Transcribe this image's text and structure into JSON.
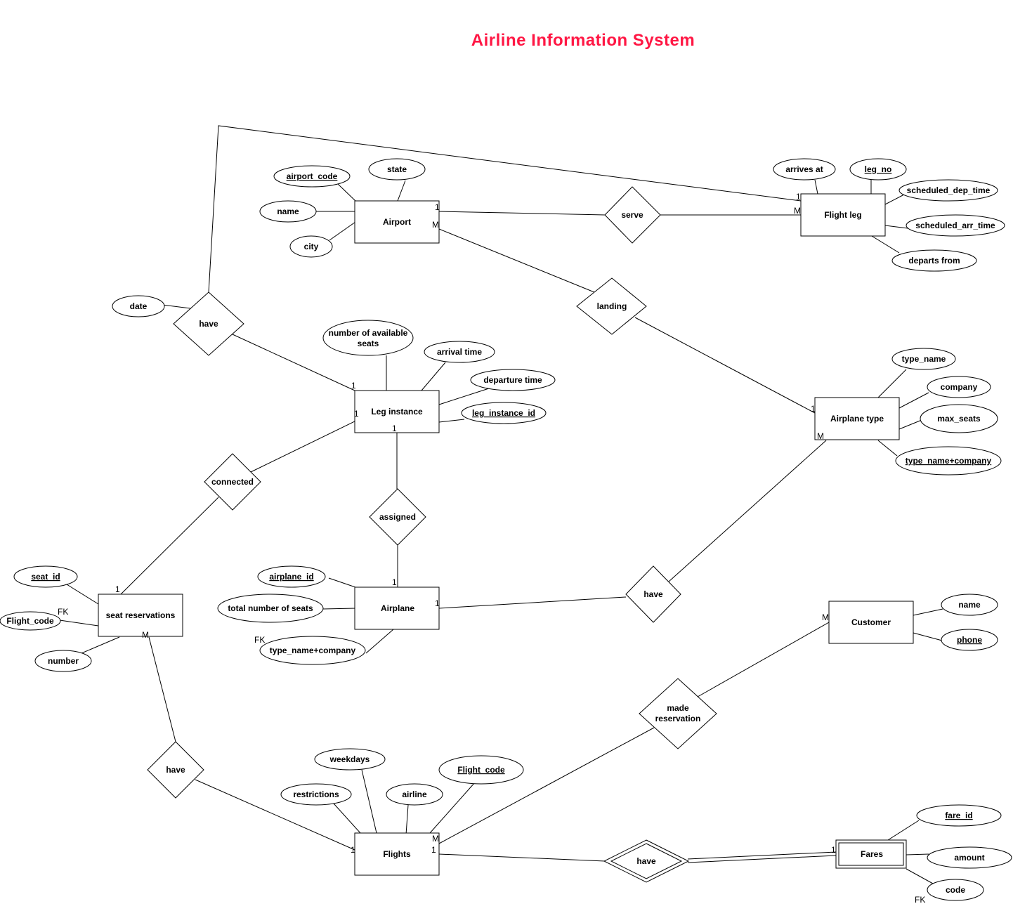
{
  "title": "Airline Information System",
  "entities": {
    "airport": "Airport",
    "flight_leg": "Flight leg",
    "leg_instance": "Leg instance",
    "airplane_type": "Airplane type",
    "airplane": "Airplane",
    "seat_reservations": "seat reservations",
    "customer": "Customer",
    "flights": "Flights",
    "fares": "Fares"
  },
  "relationships": {
    "serve": "serve",
    "landing": "landing",
    "have_leg": "have",
    "connected": "connected",
    "assigned": "assigned",
    "have_airplane": "have",
    "made_reservation_1": "made",
    "made_reservation_2": "reservation",
    "have_seat": "have",
    "have_fares": "have"
  },
  "attributes": {
    "airport_code": "airport_code",
    "state": "state",
    "airport_name": "name",
    "city": "city",
    "arrives_at": "arrives at",
    "leg_no": "leg_no",
    "scheduled_dep_time": "scheduled_dep_time",
    "scheduled_arr_time": "scheduled_arr_time",
    "departs_from": "departs from",
    "date": "date",
    "available_seats_1": "number of available",
    "available_seats_2": "seats",
    "arrival_time": "arrival time",
    "departure_time": "departure time",
    "leg_instance_id": "leg_instance_id",
    "type_name": "type_name",
    "company": "company",
    "max_seats": "max_seats",
    "type_name_company": "type_name+company",
    "seat_id": "seat_id",
    "seat_flight_code": "Flight_code",
    "number": "number",
    "airplane_id": "airplane_id",
    "total_seats": "total number of seats",
    "airplane_type_fk": "type_name+company",
    "customer_name": "name",
    "phone": "phone",
    "weekdays": "weekdays",
    "flight_code": "Flight_code",
    "restrictions": "restrictions",
    "airline": "airline",
    "fare_id": "fare_id",
    "amount": "amount",
    "code": "code"
  },
  "cardinalities": {
    "airport_serve": "1",
    "airport_landing": "M",
    "flightleg_have": "1",
    "flightleg_serve": "M",
    "leginst_have": "1",
    "leginst_connected": "1",
    "leginst_assigned": "1",
    "airplanetype_landing": "1",
    "airplanetype_have": "M",
    "seat_connected": "1",
    "seat_have": "M",
    "airplane_assigned": "1",
    "airplane_have": "1",
    "customer_made": "M",
    "flights_made": "M",
    "flights_fares": "1",
    "flights_seat": "1",
    "fares_have": "1"
  },
  "fk_labels": {
    "seat_fk": "FK",
    "airplane_fk": "FK",
    "fares_fk": "FK"
  }
}
